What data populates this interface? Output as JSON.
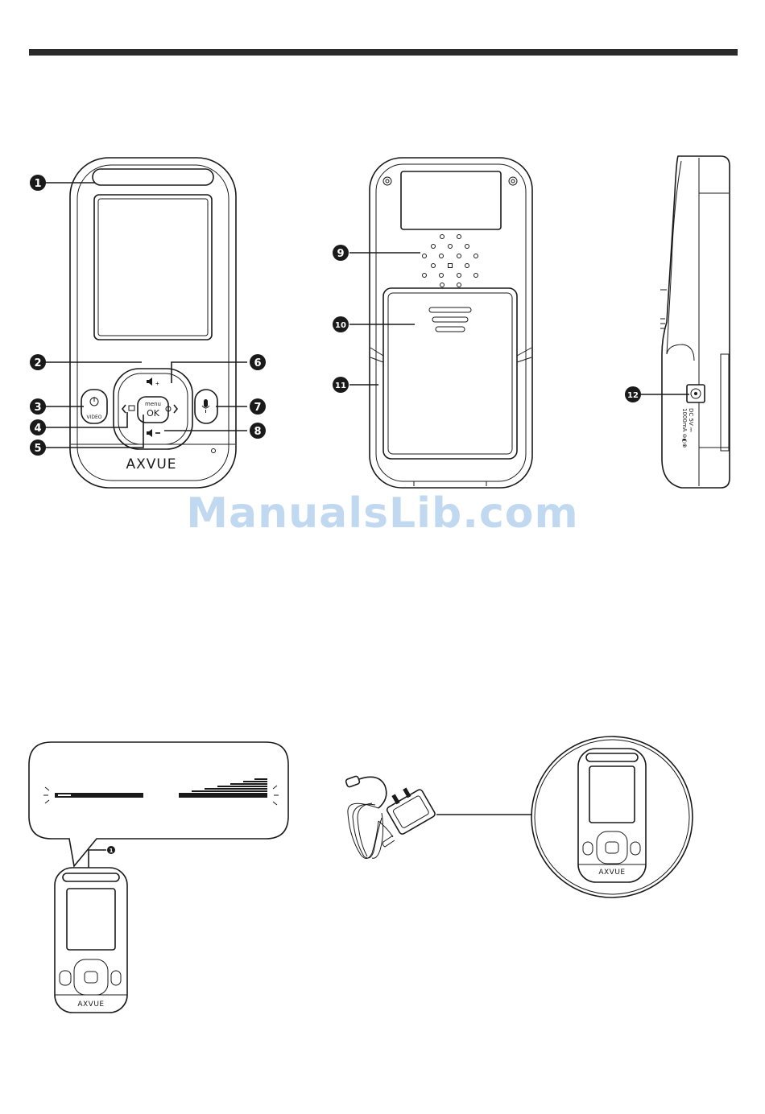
{
  "brand": {
    "logo_text": "AXVUE"
  },
  "front_unit": {
    "callouts": [
      "1",
      "2",
      "3",
      "4",
      "5",
      "6",
      "7",
      "8"
    ],
    "button_labels": {
      "menu": "menu",
      "ok": "OK",
      "video": "VIDEO"
    }
  },
  "back_unit": {
    "callouts": [
      "9",
      "10",
      "11"
    ]
  },
  "side_unit": {
    "callouts": [
      "12"
    ],
    "port_label_line1": "DC 5V ⎓",
    "port_label_line2": "1000mA ⊖◐⊕"
  },
  "battery_detail": {
    "callout": "1"
  },
  "watermark": "ManualsLib.com",
  "colors": {
    "line": "#1a1a1a",
    "bar": "#2a2a2a",
    "watermark": "#b7d3ee"
  }
}
